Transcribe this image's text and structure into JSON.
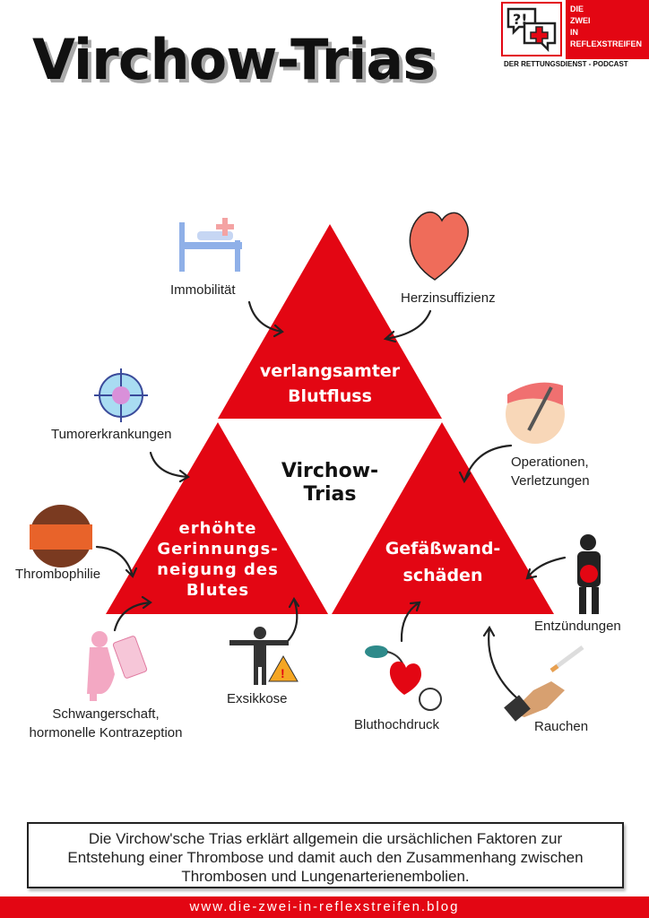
{
  "title": "Virchow-Trias",
  "logo": {
    "line1": "DIE",
    "line2": "ZWEI",
    "line3": "IN",
    "line4": "REFLEXSTREIFEN",
    "subtitle": "DER RETTUNGSDIENST - PODCAST",
    "glyph": "?!"
  },
  "triangles": {
    "top": [
      "verlangsamter",
      "Blutfluss"
    ],
    "left": [
      "erhöhte",
      "Gerinnungs-",
      "neigung des",
      "Blutes"
    ],
    "right": [
      "Gefäßwand-",
      "schäden"
    ],
    "center": [
      "Virchow-",
      "Trias"
    ]
  },
  "factors": {
    "immobilitaet": "Immobilität",
    "herz": "Herzinsuffizienz",
    "tumor": "Tumorerkrankungen",
    "op": [
      "Operationen,",
      "Verletzungen"
    ],
    "thrombophilie": "Thrombophilie",
    "entz": "Entzündungen",
    "schwanger": [
      "Schwangerschaft,",
      "hormonelle Kontrazeption"
    ],
    "exsikkose": "Exsikkose",
    "blutdruck": "Bluthochdruck",
    "rauchen": "Rauchen"
  },
  "description": [
    "Die Virchow'sche Trias erklärt allgemein die ursächlichen Faktoren zur",
    "Entstehung einer Thrombose und damit auch den Zusammenhang zwischen",
    "Thrombosen und Lungenarterienembolien."
  ],
  "footer": "www.die-zwei-in-reflexstreifen.blog",
  "colors": {
    "red": "#e30613"
  }
}
